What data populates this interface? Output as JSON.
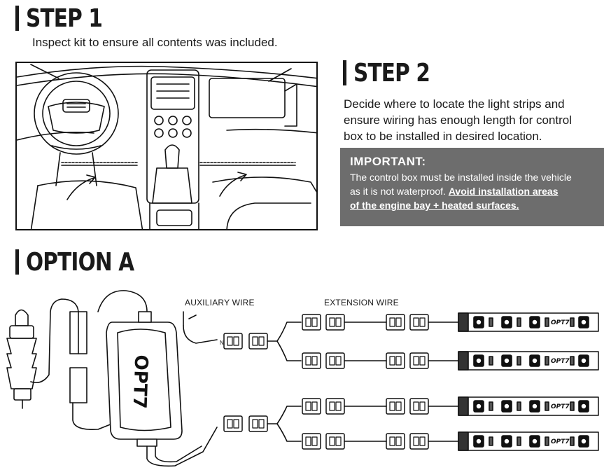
{
  "step1": {
    "title": "STEP 1",
    "description": "Inspect kit to ensure all contents was included."
  },
  "step2": {
    "title": "STEP 2",
    "description_line1": "Decide where to locate the light strips and",
    "description_line2": "ensure wiring has enough length for control",
    "description_line3": "box to be installed in desired location."
  },
  "important": {
    "title": "IMPORTANT:",
    "text_line1": "The control box must be installed inside the vehicle",
    "text_line2": "as it is not waterproof.",
    "emphasis_line1": "Avoid installation areas",
    "emphasis_line2": "of the engine bay + heated surfaces.",
    "background_color": "#6d6d6d"
  },
  "optionA": {
    "title": "OPTION A",
    "auxiliary_label": "AUXILIARY WIRE",
    "extension_label": "EXTENSION WIRE",
    "box_logo": "OPT7",
    "strip_logo": "OPT7",
    "connector_letter": "N"
  },
  "icons": [
    "car-interior-illustration",
    "cigarette-lighter-plug-icon",
    "control-box-icon",
    "connector-icon",
    "led-strip-icon"
  ]
}
